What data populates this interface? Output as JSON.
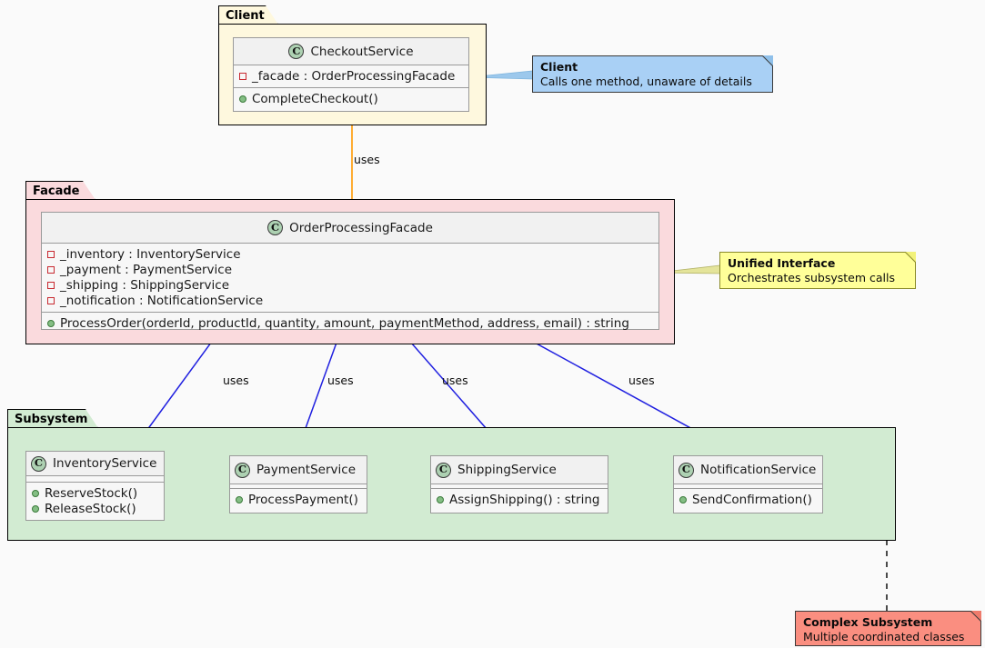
{
  "diagram": {
    "type": "uml-class-diagram",
    "pattern": "Facade"
  },
  "packages": [
    {
      "id": "client",
      "label": "Client",
      "fill": "#FEF8DE",
      "tab_fill": "#FEF8DE",
      "border": "#000000"
    },
    {
      "id": "facade",
      "label": "Facade",
      "fill": "#FADADD",
      "tab_fill": "#FADADD",
      "border": "#000000"
    },
    {
      "id": "subsystem",
      "label": "Subsystem",
      "fill": "#D2EBD2",
      "tab_fill": "#D2EBD2",
      "border": "#000000"
    }
  ],
  "classes": [
    {
      "id": "checkout-service",
      "name": "CheckoutService",
      "icon": "class-circle-icon",
      "package": "client",
      "attributes": [
        {
          "visibility": "private",
          "text": "_facade : OrderProcessingFacade"
        }
      ],
      "methods": [
        {
          "visibility": "public",
          "text": "CompleteCheckout()"
        }
      ]
    },
    {
      "id": "order-processing-facade",
      "name": "OrderProcessingFacade",
      "icon": "class-circle-icon",
      "package": "facade",
      "attributes": [
        {
          "visibility": "private",
          "text": "_inventory : InventoryService"
        },
        {
          "visibility": "private",
          "text": "_payment : PaymentService"
        },
        {
          "visibility": "private",
          "text": "_shipping : ShippingService"
        },
        {
          "visibility": "private",
          "text": "_notification : NotificationService"
        }
      ],
      "methods": [
        {
          "visibility": "public",
          "text": "ProcessOrder(orderId, productId, quantity, amount, paymentMethod, address, email) : string"
        }
      ]
    },
    {
      "id": "inventory-service",
      "name": "InventoryService",
      "icon": "class-circle-icon",
      "package": "subsystem",
      "attributes": [],
      "methods": [
        {
          "visibility": "public",
          "text": "ReserveStock()"
        },
        {
          "visibility": "public",
          "text": "ReleaseStock()"
        }
      ]
    },
    {
      "id": "payment-service",
      "name": "PaymentService",
      "icon": "class-circle-icon",
      "package": "subsystem",
      "attributes": [],
      "methods": [
        {
          "visibility": "public",
          "text": "ProcessPayment()"
        }
      ]
    },
    {
      "id": "shipping-service",
      "name": "ShippingService",
      "icon": "class-circle-icon",
      "package": "subsystem",
      "attributes": [],
      "methods": [
        {
          "visibility": "public",
          "text": "AssignShipping() : string"
        }
      ]
    },
    {
      "id": "notification-service",
      "name": "NotificationService",
      "icon": "class-circle-icon",
      "package": "subsystem",
      "attributes": [],
      "methods": [
        {
          "visibility": "public",
          "text": "SendConfirmation()"
        }
      ]
    }
  ],
  "relations": [
    {
      "id": "client-to-facade",
      "label": "uses",
      "color": "#FF9900",
      "from": "checkout-service",
      "to": "order-processing-facade"
    },
    {
      "id": "facade-to-inventory",
      "label": "uses",
      "color": "#2020E0",
      "from": "order-processing-facade",
      "to": "inventory-service"
    },
    {
      "id": "facade-to-payment",
      "label": "uses",
      "color": "#2020E0",
      "from": "order-processing-facade",
      "to": "payment-service"
    },
    {
      "id": "facade-to-shipping",
      "label": "uses",
      "color": "#2020E0",
      "from": "order-processing-facade",
      "to": "shipping-service"
    },
    {
      "id": "facade-to-notification",
      "label": "uses",
      "color": "#2020E0",
      "from": "order-processing-facade",
      "to": "notification-service"
    }
  ],
  "notes": [
    {
      "id": "note-client",
      "title": "Client",
      "body": "Calls one method, unaware of details",
      "fill": "#A9D0F5",
      "border": "#3A3A3A",
      "connector_color": "#8FBFE8",
      "attached_to": "checkout-service"
    },
    {
      "id": "note-unified-interface",
      "title": "Unified Interface",
      "body": "Orchestrates subsystem calls",
      "fill": "#FFFF99",
      "border": "#8A8A2A",
      "connector_color": "#B5B56A",
      "attached_to": "order-processing-facade"
    },
    {
      "id": "note-complex-subsystem",
      "title": "Complex Subsystem",
      "body": "Multiple coordinated classes",
      "fill": "#FA8E80",
      "border": "#3A3A3A",
      "connector_color": "#000000",
      "attached_to": "subsystem"
    }
  ],
  "markers": {
    "private": "red-square-icon",
    "public": "green-dot-icon"
  }
}
